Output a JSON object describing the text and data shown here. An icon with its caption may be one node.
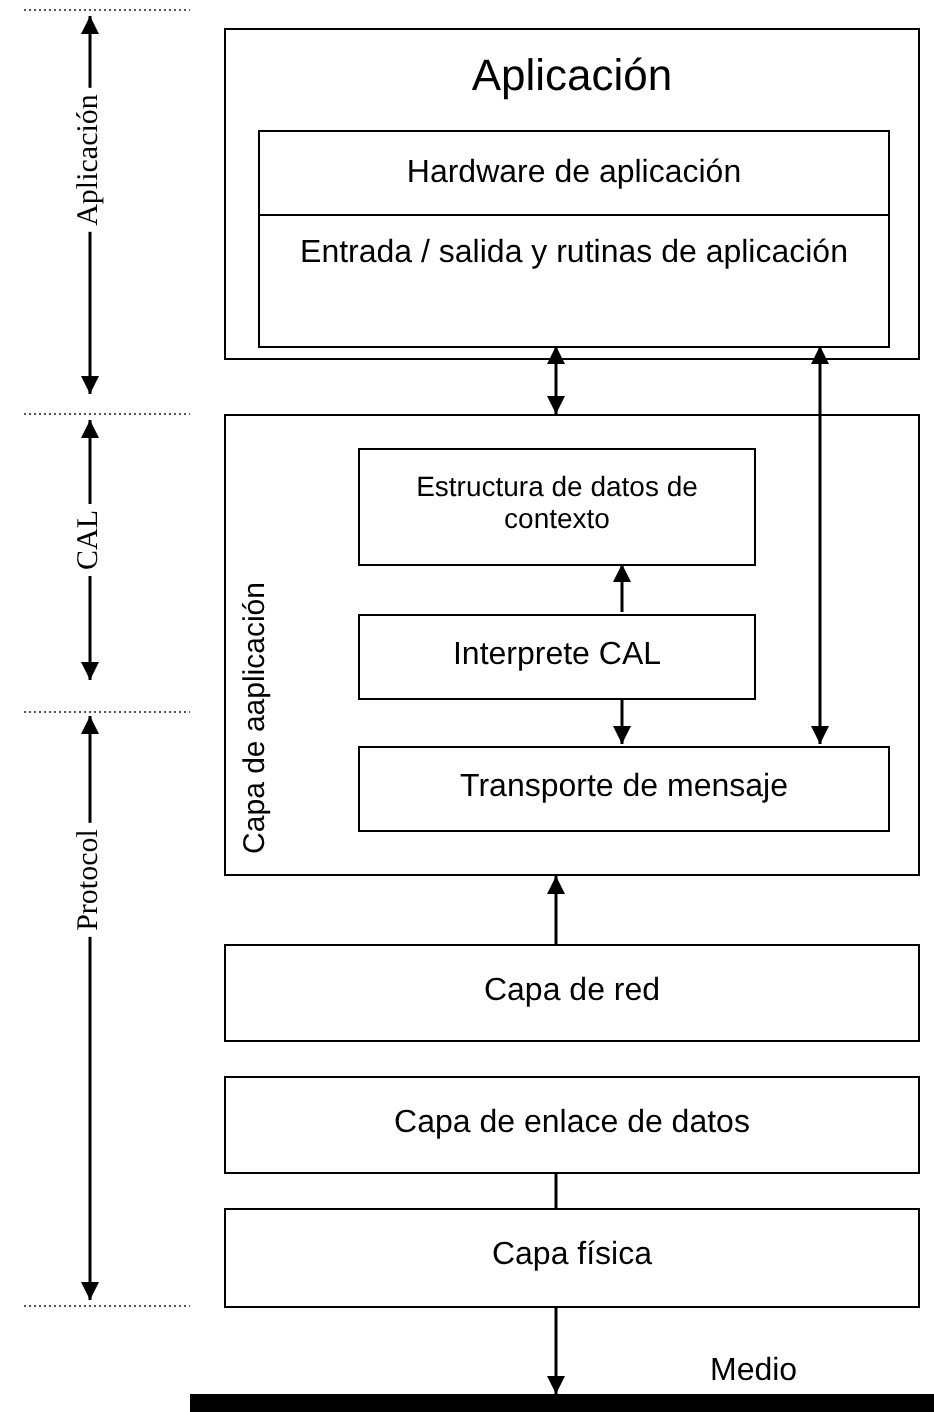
{
  "diagram": {
    "nodes": [
      {
        "text": [
          "Aplicación"
        ]
      },
      {
        "text": [
          "Hardware de aplicación"
        ],
        "in": 0
      },
      {
        "text": [
          "Entrada / salida y rutinas de aplicación"
        ],
        "in": 0
      },
      {
        "text": [
          "Capa de aaplicación"
        ]
      },
      {
        "text": [
          "Estructura de datos de contexto"
        ],
        "in": 3
      },
      {
        "text": [
          "Interprete CAL"
        ],
        "in": 3
      },
      {
        "text": [
          "Transporte de mensaje"
        ],
        "in": 3
      },
      {
        "text": [
          "Capa de red"
        ]
      },
      {
        "text": [
          "Capa de enlace de datos"
        ]
      },
      {
        "text": [
          "Capa física"
        ]
      },
      {
        "text": [],
        "shape": "bar",
        "beside": [
          "Medio"
        ]
      }
    ],
    "edges": [
      {
        "from": 2,
        "to": 3,
        "arrow": "both"
      },
      {
        "from": 2,
        "to": 6,
        "arrow": "both"
      },
      {
        "from": 5,
        "to": 4,
        "arrow": "to"
      },
      {
        "from": 5,
        "to": 6,
        "arrow": "to"
      },
      {
        "from": 7,
        "to": 3,
        "arrow": "to"
      },
      {
        "from": 8,
        "to": 9,
        "arrow": "none"
      },
      {
        "from": 9,
        "to": 10,
        "arrow": "to"
      }
    ],
    "labels": [
      "Aplicación",
      "CAL",
      "Protocol"
    ]
  }
}
